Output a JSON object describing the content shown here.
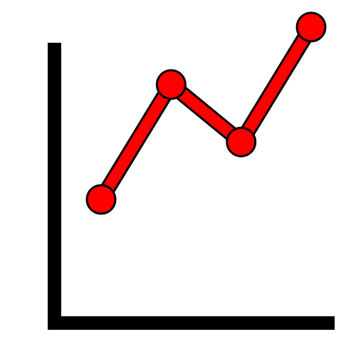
{
  "icon": {
    "name": "line-chart-icon",
    "colors": {
      "background": "#ffffff",
      "axis": "#000000",
      "line_fill": "#ff0000",
      "outline": "#000000"
    },
    "series": [
      {
        "x": 1,
        "y": 2
      },
      {
        "x": 2,
        "y": 4
      },
      {
        "x": 3,
        "y": 3
      },
      {
        "x": 4,
        "y": 5
      }
    ]
  }
}
